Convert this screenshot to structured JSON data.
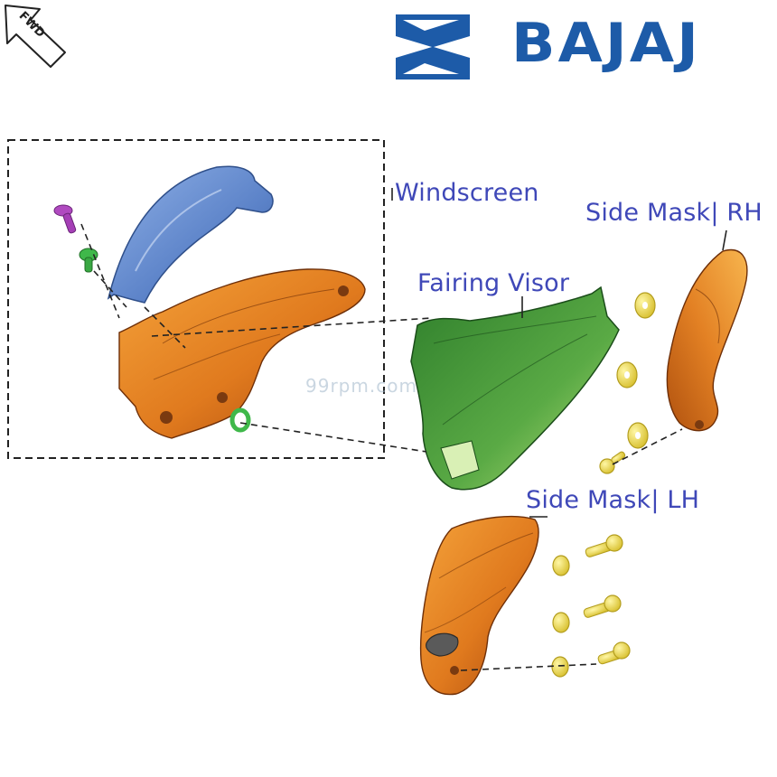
{
  "brand": {
    "name": "BAJAJ",
    "color": "#1d5ba8"
  },
  "fwd_badge": "FWD",
  "watermark": "99rpm.com",
  "labels": {
    "windscreen": "Windscreen",
    "fairing_visor": "Fairing Visor",
    "side_mask_rh": "Side Mask| RH",
    "side_mask_lh": "Side Mask| LH"
  },
  "colors": {
    "label": "#3f48b8",
    "windscreen": "#5b82c8",
    "fairing_visor": "#3f9a3a",
    "side_mask": "#d9761b",
    "bolt": "#e6d64a",
    "screw_purple": "#b04ac0",
    "grommet": "#3fb84a"
  }
}
